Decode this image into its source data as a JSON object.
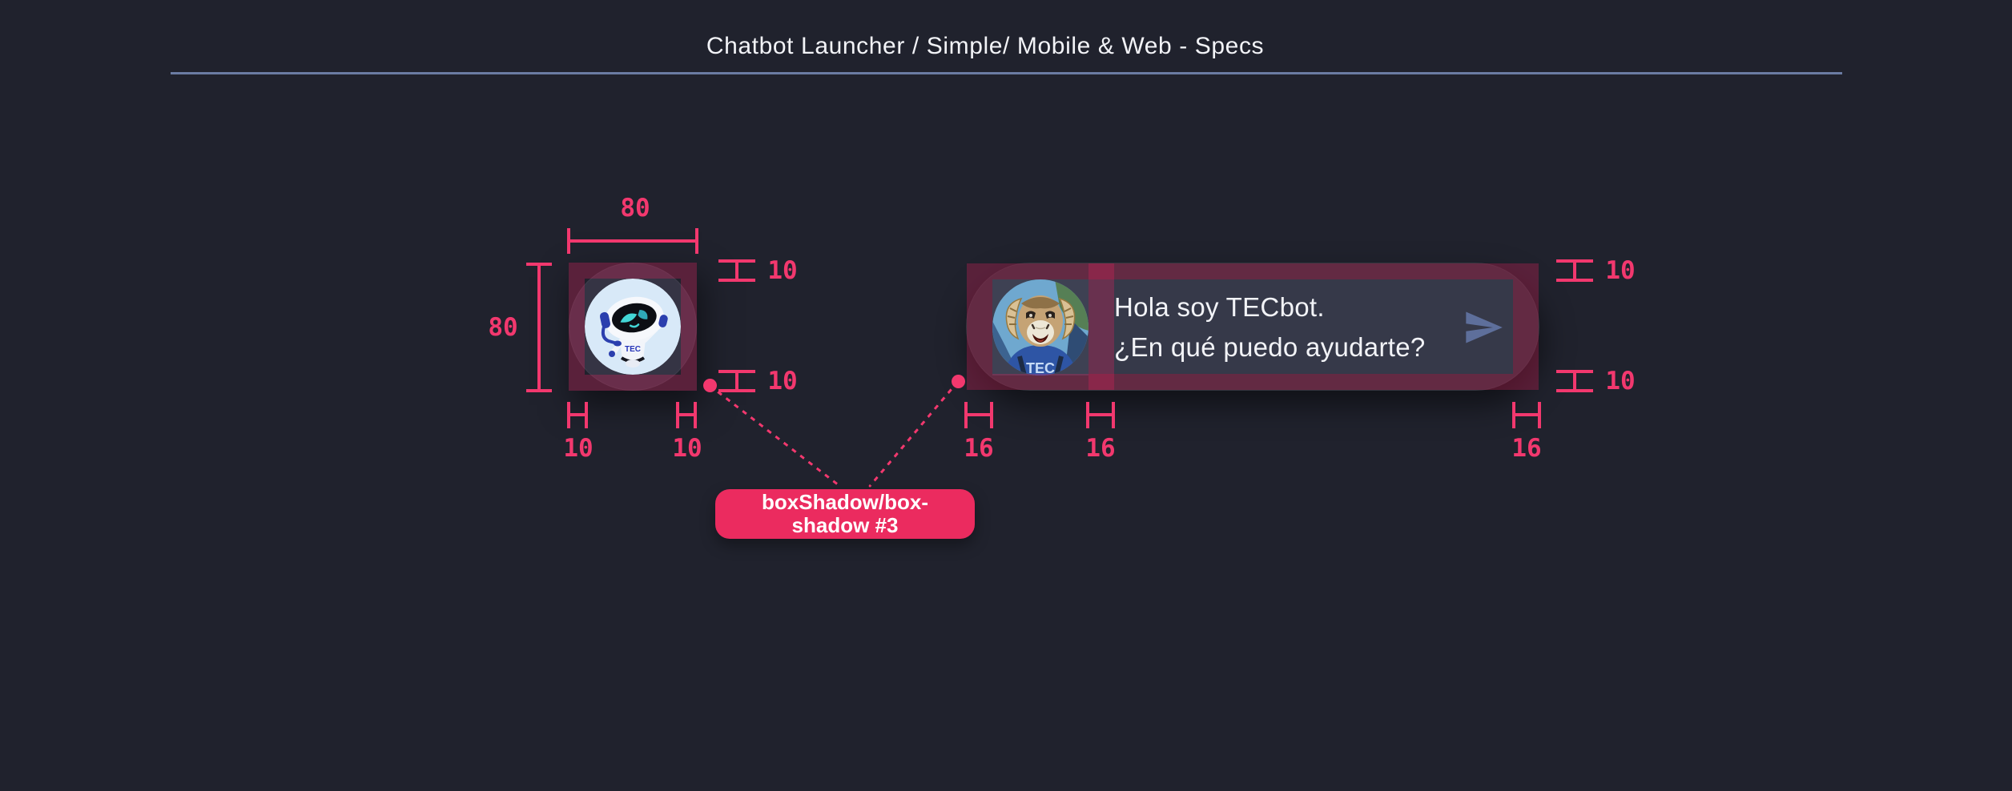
{
  "header": {
    "title": "Chatbot Launcher / Simple/ Mobile & Web - Specs"
  },
  "launcher_spec": {
    "width": "80",
    "height": "80",
    "padding_top": "10",
    "padding_bottom": "10",
    "padding_left": "10",
    "padding_right": "10",
    "avatar_icon": "tecbot-robot-avatar",
    "avatar_badge": "TEC"
  },
  "bubble_spec": {
    "message_line1": "Hola soy TECbot.",
    "message_line2": "¿En qué puedo ayudarte?",
    "padding_top": "10",
    "padding_bottom": "10",
    "gap_left": "16",
    "gap_avatar_text": "16",
    "gap_right": "16",
    "avatar_icon": "tec-ram-mascot-avatar",
    "avatar_badge": "TEC",
    "send_icon": "send-icon"
  },
  "callout": {
    "line1": "boxShadow/box-",
    "line2": "shadow #3"
  },
  "colors": {
    "background": "#20222D",
    "measurement_pink": "#F2386E",
    "padding_overlay": "rgba(226,32,94,0.30)",
    "callout_background": "#EB2B5F",
    "divider": "#6B7CA3",
    "bubble_background": "#363949",
    "text": "#F2F3F7",
    "send_icon": "#5E6F9B",
    "launcher_avatar_background": "#D8E9F8"
  }
}
